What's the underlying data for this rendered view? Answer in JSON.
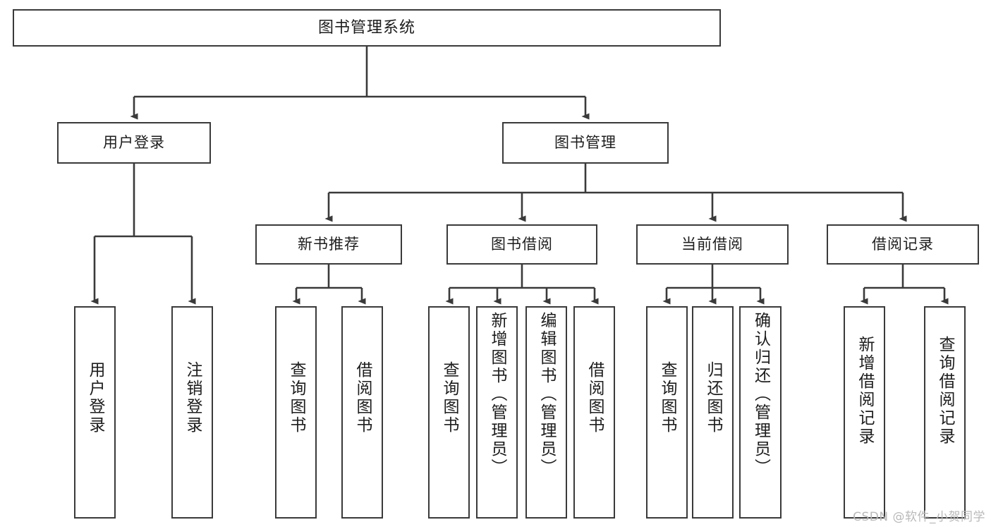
{
  "diagram": {
    "title": "图书管理系统",
    "type": "function-structure-tree",
    "stroke_color": "#3a3a3a",
    "text_color": "#1d1d1d",
    "background_color": "#ffffff",
    "nodes": {
      "root": {
        "label": "图书管理系统"
      },
      "level2": [
        {
          "key": "user_login",
          "label": "用户登录"
        },
        {
          "key": "book_manage",
          "label": "图书管理"
        }
      ],
      "level3": [
        {
          "key": "new_book_rec",
          "label": "新书推荐"
        },
        {
          "key": "book_borrow",
          "label": "图书借阅"
        },
        {
          "key": "current_borrow",
          "label": "当前借阅"
        },
        {
          "key": "borrow_record",
          "label": "借阅记录"
        }
      ],
      "leaves": {
        "user_login": [
          {
            "key": "login",
            "label": "用户登录"
          },
          {
            "key": "logout",
            "label": "注销登录"
          }
        ],
        "new_book_rec": [
          {
            "key": "query_book_1",
            "label": "查询图书"
          },
          {
            "key": "borrow_book_1",
            "label": "借阅图书"
          }
        ],
        "book_borrow": [
          {
            "key": "query_book_2",
            "label": "查询图书"
          },
          {
            "key": "add_book",
            "label": "新增图书（管理员）"
          },
          {
            "key": "edit_book",
            "label": "编辑图书（管理员）"
          },
          {
            "key": "borrow_book_2",
            "label": "借阅图书"
          }
        ],
        "current_borrow": [
          {
            "key": "query_book_3",
            "label": "查询图书"
          },
          {
            "key": "return_book",
            "label": "归还图书"
          },
          {
            "key": "confirm_return",
            "label": "确认归还（管理员）"
          }
        ],
        "borrow_record": [
          {
            "key": "add_record",
            "label": "新增借阅记录"
          },
          {
            "key": "query_record",
            "label": "查询借阅记录"
          }
        ]
      }
    }
  },
  "watermark": {
    "text": "CSDN @软件_小贺同学"
  }
}
